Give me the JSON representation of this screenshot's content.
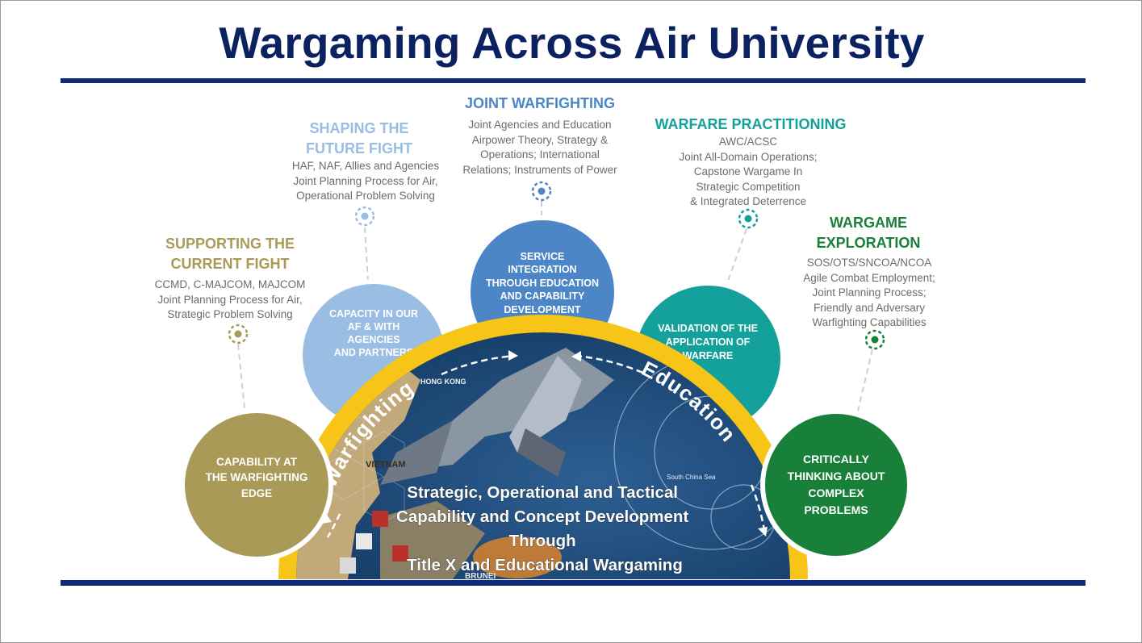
{
  "title": "Wargaming Across Air University",
  "columns": [
    {
      "heading": "SUPPORTING THE\nCURRENT FIGHT",
      "lines": "CCMD, C-MAJCOM, MAJCOM\nJoint Planning Process for Air,\nStrategic Problem Solving",
      "circle": "CAPABILITY AT\nTHE WARFIGHTING\nEDGE",
      "color": "#a99a58"
    },
    {
      "heading": "SHAPING THE\nFUTURE FIGHT",
      "lines": "HAF, NAF, Allies and Agencies\nJoint Planning Process for Air,\nOperational Problem Solving",
      "circle": "CAPACITY IN OUR\nAF & WITH\nAGENCIES\nAND PARTNERS",
      "color": "#99bde3"
    },
    {
      "heading": "JOINT WARFIGHTING",
      "lines": "Joint Agencies and Education\nAirpower Theory, Strategy &\nOperations; International\nRelations; Instruments of Power",
      "circle": "SERVICE\nINTEGRATION\nTHROUGH EDUCATION\nAND CAPABILITY\nDEVELOPMENT",
      "color": "#4c86c7"
    },
    {
      "heading": "WARFARE PRACTITIONING",
      "lines": "AWC/ACSC\nJoint All-Domain Operations;\nCapstone Wargame In\nStrategic Competition\n& Integrated Deterrence",
      "circle": "VALIDATION OF THE\nAPPLICATION OF\nWARFARE",
      "color": "#14a09b"
    },
    {
      "heading": "WARGAME\nEXPLORATION",
      "lines": "SOS/OTS/SNCOA/NCOA\nAgile Combat Employment;\nJoint Planning Process;\nFriendly and Adversary\nWarfighting Capabilities",
      "circle": "CRITICALLY\nTHINKING ABOUT\nCOMPLEX\nPROBLEMS",
      "color": "#198039"
    }
  ],
  "arc": {
    "left_word": "Warfighting",
    "right_word": "Education",
    "center_text": "Strategic, Operational and Tactical\nCapability and Concept Development\nThrough\nTitle X and Educational Wargaming",
    "arc_color": "#f7c518"
  },
  "map_labels": {
    "vietnam": "VIETNAM",
    "hong_kong": "HONG KONG",
    "brunei": "BRUNEI",
    "south_china_sea": "South China Sea"
  }
}
